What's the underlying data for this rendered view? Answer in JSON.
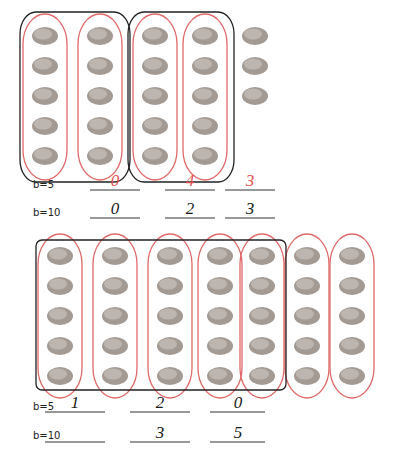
{
  "diagram": {
    "labels": [
      "b=5",
      "0",
      "4",
      "3",
      "b=10",
      "0",
      "2",
      "3",
      "b=5",
      "1",
      "2",
      "0",
      "b=10",
      "3",
      "5"
    ]
  }
}
